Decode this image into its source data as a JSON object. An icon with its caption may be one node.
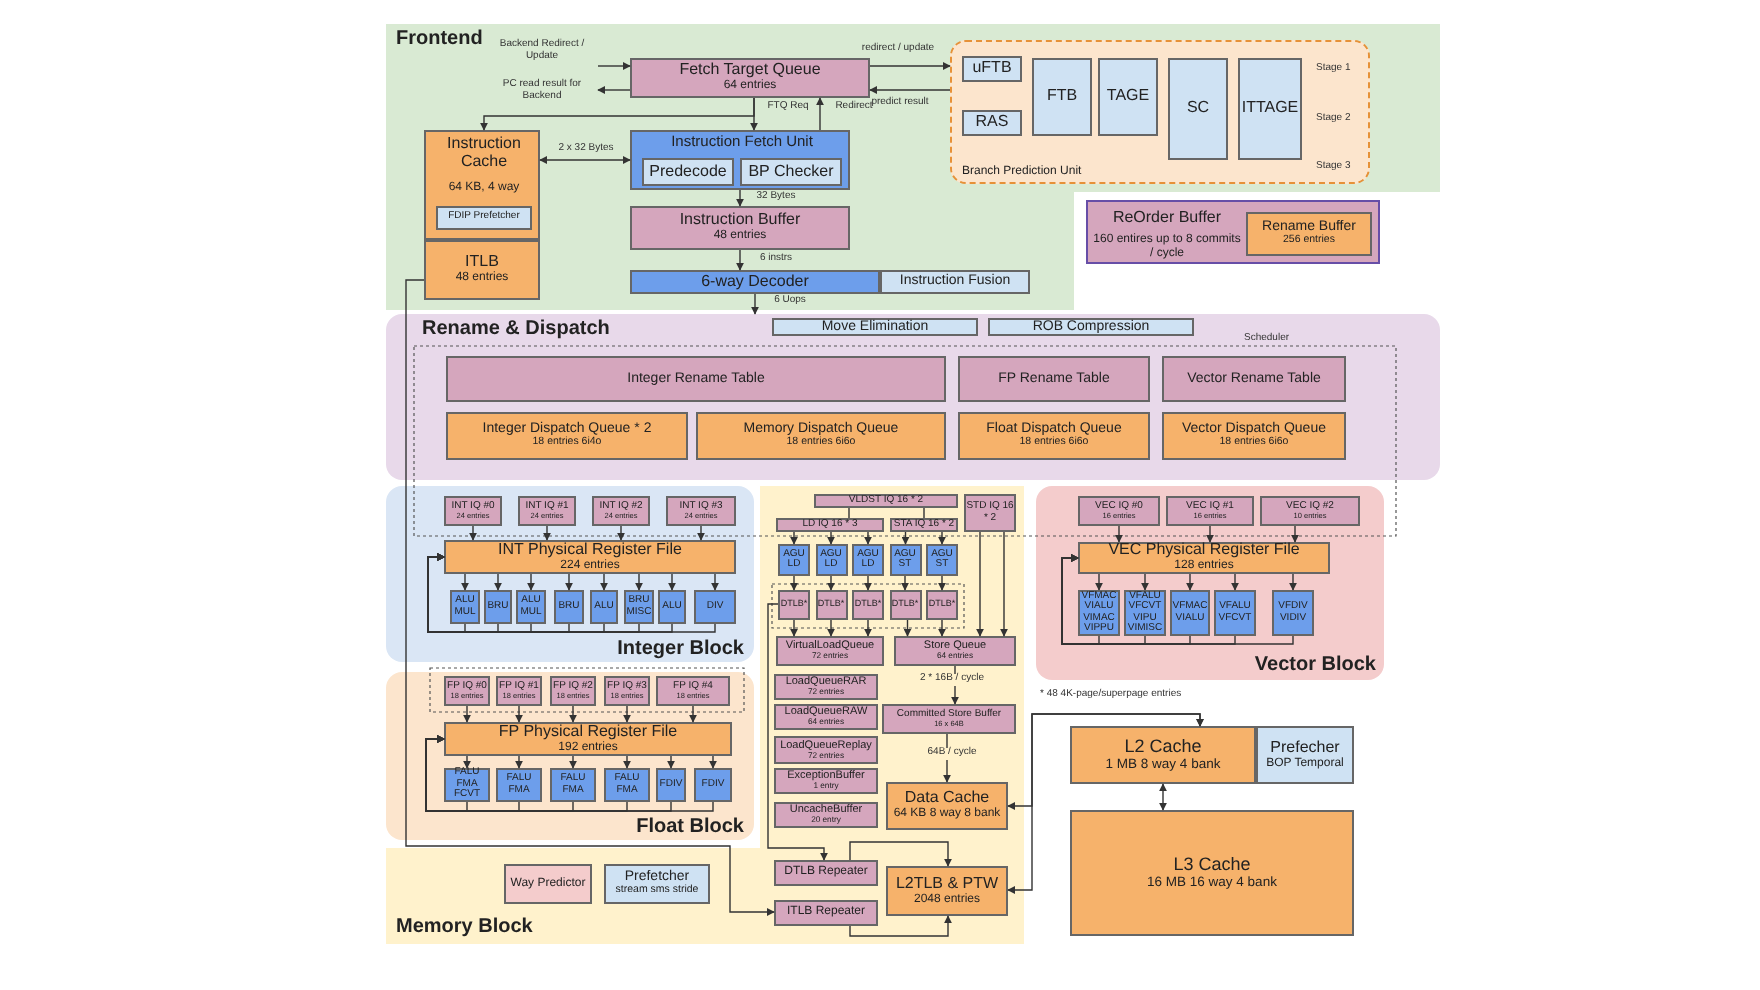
{
  "diagram": {
    "nodes": [
      {
        "text": [
          "Frontend"
        ]
      },
      {
        "text": [
          "Fetch Target Queue",
          "64 entries"
        ],
        "in": 0
      },
      {
        "text": [
          "Instruction Cache",
          "64 KB, 4 way"
        ],
        "in": 0
      },
      {
        "text": [
          "FDIP Prefetcher"
        ],
        "in": 2
      },
      {
        "text": [
          "ITLB",
          "48 entries"
        ],
        "in": 0
      },
      {
        "text": [
          "Instruction Fetch Unit"
        ],
        "in": 0
      },
      {
        "text": [
          "Predecode"
        ],
        "in": 5
      },
      {
        "text": [
          "BP Checker"
        ],
        "in": 5
      },
      {
        "text": [
          "Instruction Buffer",
          "48 entries"
        ],
        "in": 0
      },
      {
        "text": [
          "6-way Decoder"
        ],
        "in": 0
      },
      {
        "text": [
          "Instruction Fusion"
        ],
        "in": 0
      },
      {
        "text": [
          "Branch Prediction Unit"
        ],
        "in": 0
      },
      {
        "text": [
          "uFTB"
        ],
        "in": 11
      },
      {
        "text": [
          "RAS"
        ],
        "in": 11
      },
      {
        "text": [
          "FTB"
        ],
        "in": 11
      },
      {
        "text": [
          "TAGE"
        ],
        "in": 11
      },
      {
        "text": [
          "SC"
        ],
        "in": 11
      },
      {
        "text": [
          "ITTAGE"
        ],
        "in": 11
      },
      {
        "text": [
          "ReOrder Buffer",
          "160 entires up to 8 commits / cycle"
        ]
      },
      {
        "text": [
          "Rename Buffer",
          "256 entries"
        ],
        "in": 18
      },
      {
        "text": [
          "Rename & Dispatch"
        ]
      },
      {
        "text": [
          "Move Elimination"
        ],
        "in": 20
      },
      {
        "text": [
          "ROB Compression"
        ],
        "in": 20
      },
      {
        "text": [
          "Integer Rename Table"
        ],
        "in": 20
      },
      {
        "text": [
          "FP Rename Table"
        ],
        "in": 20
      },
      {
        "text": [
          "Vector Rename Table"
        ],
        "in": 20
      },
      {
        "text": [
          "Integer Dispatch Queue * 2",
          "18 entries 6i4o"
        ],
        "in": 20
      },
      {
        "text": [
          "Memory Dispatch Queue",
          "18 entries 6i6o"
        ],
        "in": 20
      },
      {
        "text": [
          "Float Dispatch Queue",
          "18 entries 6i6o"
        ],
        "in": 20
      },
      {
        "text": [
          "Vector Dispatch Queue",
          "18 entries 6i6o"
        ],
        "in": 20
      },
      {
        "text": [
          "Integer Block"
        ]
      },
      {
        "text": [
          "INT IQ #0",
          "24 entries"
        ],
        "in": 30
      },
      {
        "text": [
          "INT IQ #1",
          "24 entries"
        ],
        "in": 30
      },
      {
        "text": [
          "INT IQ #2",
          "24 entries"
        ],
        "in": 30
      },
      {
        "text": [
          "INT IQ #3",
          "24 entries"
        ],
        "in": 30
      },
      {
        "text": [
          "INT Physical Register File",
          "224 entries"
        ],
        "in": 30
      },
      {
        "text": [
          "ALU MUL"
        ],
        "in": 30
      },
      {
        "text": [
          "BRU"
        ],
        "in": 30
      },
      {
        "text": [
          "ALU MUL"
        ],
        "in": 30
      },
      {
        "text": [
          "BRU"
        ],
        "in": 30
      },
      {
        "text": [
          "ALU"
        ],
        "in": 30
      },
      {
        "text": [
          "BRU MISC"
        ],
        "in": 30
      },
      {
        "text": [
          "ALU"
        ],
        "in": 30
      },
      {
        "text": [
          "DIV"
        ],
        "in": 30
      },
      {
        "text": [
          "Memory Block"
        ]
      },
      {
        "text": [
          "VLDST IQ 16 * 2"
        ],
        "in": 44
      },
      {
        "text": [
          "LD IQ 16 * 3"
        ],
        "in": 44
      },
      {
        "text": [
          "STA IQ 16 * 2"
        ],
        "in": 44
      },
      {
        "text": [
          "STD IQ 16 * 2"
        ],
        "in": 44
      },
      {
        "text": [
          "AGU LD"
        ],
        "in": 44
      },
      {
        "text": [
          "AGU LD"
        ],
        "in": 44
      },
      {
        "text": [
          "AGU LD"
        ],
        "in": 44
      },
      {
        "text": [
          "AGU ST"
        ],
        "in": 44
      },
      {
        "text": [
          "AGU ST"
        ],
        "in": 44
      },
      {
        "text": [
          "DTLB*"
        ],
        "in": 44
      },
      {
        "text": [
          "DTLB*"
        ],
        "in": 44
      },
      {
        "text": [
          "DTLB*"
        ],
        "in": 44
      },
      {
        "text": [
          "DTLB*"
        ],
        "in": 44
      },
      {
        "text": [
          "DTLB*"
        ],
        "in": 44
      },
      {
        "text": [
          "VirtualLoadQueue",
          "72 entries"
        ],
        "in": 44
      },
      {
        "text": [
          "Store Queue",
          "64 entries"
        ],
        "in": 44
      },
      {
        "text": [
          "LoadQueueRAR",
          "72 entries"
        ],
        "in": 44
      },
      {
        "text": [
          "LoadQueueRAW",
          "64 entries"
        ],
        "in": 44
      },
      {
        "text": [
          "LoadQueueReplay",
          "72 entries"
        ],
        "in": 44
      },
      {
        "text": [
          "ExceptionBuffer",
          "1 entry"
        ],
        "in": 44
      },
      {
        "text": [
          "UncacheBuffer",
          "20 entry"
        ],
        "in": 44
      },
      {
        "text": [
          "Committed Store Buffer",
          "16 x 64B"
        ],
        "in": 44
      },
      {
        "text": [
          "Data Cache",
          "64 KB 8 way 8 bank"
        ],
        "in": 44
      },
      {
        "text": [
          "DTLB Repeater"
        ],
        "in": 44
      },
      {
        "text": [
          "ITLB Repeater"
        ],
        "in": 44
      },
      {
        "text": [
          "L2TLB & PTW",
          "2048 entries"
        ],
        "in": 44
      },
      {
        "text": [
          "Way Predictor"
        ],
        "in": 44
      },
      {
        "text": [
          "Prefetcher",
          "stream sms stride"
        ],
        "in": 44
      },
      {
        "text": [
          "Vector Block"
        ]
      },
      {
        "text": [
          "VEC IQ #0",
          "16 entries"
        ],
        "in": 73
      },
      {
        "text": [
          "VEC IQ #1",
          "16 entries"
        ],
        "in": 73
      },
      {
        "text": [
          "VEC IQ #2",
          "10 entries"
        ],
        "in": 73
      },
      {
        "text": [
          "VEC Physical Register File",
          "128 entries"
        ],
        "in": 73
      },
      {
        "text": [
          "VFMAC VIALU VIMAC VIPPU"
        ],
        "in": 73
      },
      {
        "text": [
          "VFALU VFCVT VIPU VIMISC"
        ],
        "in": 73
      },
      {
        "text": [
          "VFMAC VIALU"
        ],
        "in": 73
      },
      {
        "text": [
          "VFALU VFCVT"
        ],
        "in": 73
      },
      {
        "text": [
          "VFDIV VIDIV"
        ],
        "in": 73
      },
      {
        "text": [
          "Float Block"
        ]
      },
      {
        "text": [
          "FP IQ #0",
          "18 entries"
        ],
        "in": 83
      },
      {
        "text": [
          "FP IQ #1",
          "18 entries"
        ],
        "in": 83
      },
      {
        "text": [
          "FP IQ #2",
          "18 entries"
        ],
        "in": 83
      },
      {
        "text": [
          "FP IQ #3",
          "18 entries"
        ],
        "in": 83
      },
      {
        "text": [
          "FP IQ #4",
          "18 entries"
        ],
        "in": 83
      },
      {
        "text": [
          "FP Physical Register File",
          "192 entries"
        ],
        "in": 83
      },
      {
        "text": [
          "FALU FMA FCVT"
        ],
        "in": 83
      },
      {
        "text": [
          "FALU FMA"
        ],
        "in": 83
      },
      {
        "text": [
          "FALU FMA"
        ],
        "in": 83
      },
      {
        "text": [
          "FALU FMA"
        ],
        "in": 83
      },
      {
        "text": [
          "FDIV"
        ],
        "in": 83
      },
      {
        "text": [
          "FDIV"
        ],
        "in": 83
      },
      {
        "text": [
          "L2 Cache",
          "1 MB 8 way 4 bank"
        ]
      },
      {
        "text": [
          "Prefecher",
          "BOP Temporal"
        ]
      },
      {
        "text": [
          "L3 Cache",
          "16 MB 16 way 4 bank"
        ]
      }
    ],
    "edges": [
      {
        "from": null,
        "to": 1,
        "arrow": "to",
        "label": "Backend Redirect / Update"
      },
      {
        "from": 1,
        "to": null,
        "arrow": "to",
        "label": "PC read result for Backend"
      },
      {
        "from": 1,
        "to": 11,
        "arrow": "to",
        "label": "redirect / update"
      },
      {
        "from": 11,
        "to": 1,
        "arrow": "to",
        "label": "predict result"
      },
      {
        "from": 1,
        "to": 5,
        "arrow": "to",
        "label": "FTQ Req"
      },
      {
        "from": 5,
        "to": 1,
        "arrow": "to",
        "label": "Redirect"
      },
      {
        "from": 1,
        "to": 2,
        "arrow": "to"
      },
      {
        "from": 2,
        "to": 5,
        "arrow": "both",
        "label": "2 x 32 Bytes"
      },
      {
        "from": 5,
        "to": 8,
        "arrow": "to",
        "label": "32 Bytes"
      },
      {
        "from": 8,
        "to": 9,
        "arrow": "to",
        "label": "6 instrs"
      },
      {
        "from": 9,
        "to": 20,
        "arrow": "to",
        "label": "6 Uops"
      },
      {
        "from": 4,
        "to": 69,
        "arrow": "to"
      },
      {
        "from": 31,
        "to": 35,
        "arrow": "to"
      },
      {
        "from": 32,
        "to": 35,
        "arrow": "to"
      },
      {
        "from": 33,
        "to": 35,
        "arrow": "to"
      },
      {
        "from": 34,
        "to": 35,
        "arrow": "to"
      },
      {
        "from": 35,
        "to": 36,
        "arrow": "to"
      },
      {
        "from": 35,
        "to": 37,
        "arrow": "to"
      },
      {
        "from": 35,
        "to": 38,
        "arrow": "to"
      },
      {
        "from": 35,
        "to": 39,
        "arrow": "to"
      },
      {
        "from": 35,
        "to": 40,
        "arrow": "to"
      },
      {
        "from": 35,
        "to": 41,
        "arrow": "to"
      },
      {
        "from": 35,
        "to": 42,
        "arrow": "to"
      },
      {
        "from": 35,
        "to": 43,
        "arrow": "to"
      },
      {
        "from": 36,
        "to": 35,
        "arrow": "to"
      },
      {
        "from": 37,
        "to": 35,
        "arrow": "to"
      },
      {
        "from": 38,
        "to": 35,
        "arrow": "to"
      },
      {
        "from": 39,
        "to": 35,
        "arrow": "to"
      },
      {
        "from": 40,
        "to": 35,
        "arrow": "to"
      },
      {
        "from": 41,
        "to": 35,
        "arrow": "to"
      },
      {
        "from": 42,
        "to": 35,
        "arrow": "to"
      },
      {
        "from": 43,
        "to": 35,
        "arrow": "to"
      },
      {
        "from": 45,
        "to": 46,
        "arrow": "none"
      },
      {
        "from": 45,
        "to": 47,
        "arrow": "none"
      },
      {
        "from": 46,
        "to": 49,
        "arrow": "to"
      },
      {
        "from": 46,
        "to": 50,
        "arrow": "to"
      },
      {
        "from": 46,
        "to": 51,
        "arrow": "to"
      },
      {
        "from": 47,
        "to": 52,
        "arrow": "to"
      },
      {
        "from": 47,
        "to": 53,
        "arrow": "to"
      },
      {
        "from": 49,
        "to": 54,
        "arrow": "to"
      },
      {
        "from": 50,
        "to": 55,
        "arrow": "to"
      },
      {
        "from": 51,
        "to": 56,
        "arrow": "to"
      },
      {
        "from": 52,
        "to": 57,
        "arrow": "to"
      },
      {
        "from": 53,
        "to": 58,
        "arrow": "to"
      },
      {
        "from": 54,
        "to": 59,
        "arrow": "to"
      },
      {
        "from": 55,
        "to": 59,
        "arrow": "to"
      },
      {
        "from": 56,
        "to": 59,
        "arrow": "to"
      },
      {
        "from": 57,
        "to": 60,
        "arrow": "to"
      },
      {
        "from": 58,
        "to": 60,
        "arrow": "to"
      },
      {
        "from": 48,
        "to": 60,
        "arrow": "to"
      },
      {
        "from": 48,
        "to": 60,
        "arrow": "to"
      },
      {
        "from": 60,
        "to": 66,
        "arrow": "to",
        "label": "2 * 16B / cycle"
      },
      {
        "from": 66,
        "to": 67,
        "arrow": "to",
        "label": "64B / cycle"
      },
      {
        "from": 54,
        "to": 68,
        "arrow": "to"
      },
      {
        "from": 68,
        "to": 70,
        "arrow": "to"
      },
      {
        "from": 69,
        "to": 70,
        "arrow": "to"
      },
      {
        "from": 70,
        "to": 96,
        "arrow": "both"
      },
      {
        "from": 67,
        "to": 96,
        "arrow": "both"
      },
      {
        "from": 74,
        "to": 77,
        "arrow": "to"
      },
      {
        "from": 75,
        "to": 77,
        "arrow": "to"
      },
      {
        "from": 76,
        "to": 77,
        "arrow": "to"
      },
      {
        "from": 77,
        "to": 78,
        "arrow": "to"
      },
      {
        "from": 77,
        "to": 79,
        "arrow": "to"
      },
      {
        "from": 77,
        "to": 80,
        "arrow": "to"
      },
      {
        "from": 77,
        "to": 81,
        "arrow": "to"
      },
      {
        "from": 77,
        "to": 82,
        "arrow": "to"
      },
      {
        "from": 78,
        "to": 77,
        "arrow": "to"
      },
      {
        "from": 79,
        "to": 77,
        "arrow": "to"
      },
      {
        "from": 80,
        "to": 77,
        "arrow": "to"
      },
      {
        "from": 81,
        "to": 77,
        "arrow": "to"
      },
      {
        "from": 82,
        "to": 77,
        "arrow": "to"
      },
      {
        "from": 84,
        "to": 89,
        "arrow": "to"
      },
      {
        "from": 85,
        "to": 89,
        "arrow": "to"
      },
      {
        "from": 86,
        "to": 89,
        "arrow": "to"
      },
      {
        "from": 87,
        "to": 89,
        "arrow": "to"
      },
      {
        "from": 88,
        "to": 89,
        "arrow": "to"
      },
      {
        "from": 89,
        "to": 90,
        "arrow": "to"
      },
      {
        "from": 89,
        "to": 91,
        "arrow": "to"
      },
      {
        "from": 89,
        "to": 92,
        "arrow": "to"
      },
      {
        "from": 89,
        "to": 93,
        "arrow": "to"
      },
      {
        "from": 89,
        "to": 94,
        "arrow": "to"
      },
      {
        "from": 89,
        "to": 95,
        "arrow": "to"
      },
      {
        "from": 90,
        "to": 89,
        "arrow": "to"
      },
      {
        "from": 91,
        "to": 89,
        "arrow": "to"
      },
      {
        "from": 92,
        "to": 89,
        "arrow": "to"
      },
      {
        "from": 93,
        "to": 89,
        "arrow": "to"
      },
      {
        "from": 94,
        "to": 89,
        "arrow": "to"
      },
      {
        "from": 95,
        "to": 89,
        "arrow": "to"
      },
      {
        "from": 96,
        "to": 98,
        "arrow": "both"
      }
    ],
    "labels": [
      "Stage 1",
      "Stage 2",
      "Stage 3",
      "Scheduler",
      "* 48 4K-page/superpage entries"
    ]
  }
}
